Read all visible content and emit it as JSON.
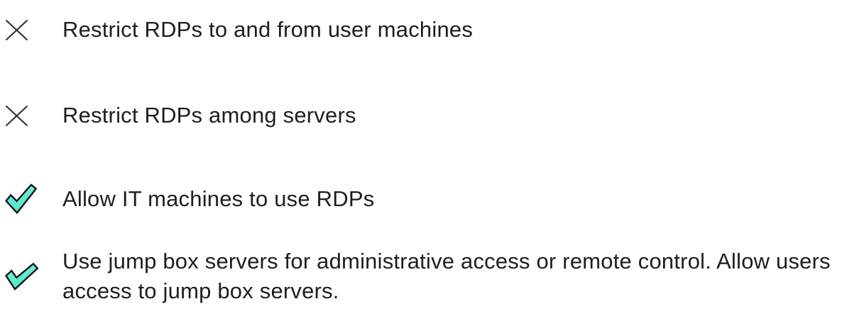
{
  "colors": {
    "background": "#ffffff",
    "text": "#1e1e1e",
    "x_icon": "#333333",
    "check_fill": "#4ce8c8",
    "check_fill_light": "#7eeed6",
    "check_outline": "#15151f"
  },
  "checklist": {
    "items": [
      {
        "status": "fail",
        "icon": "x-icon",
        "label": "Restrict RDPs to and from user machines"
      },
      {
        "status": "fail",
        "icon": "x-icon",
        "label": "Restrict RDPs among servers"
      },
      {
        "status": "pass",
        "icon": "check-icon",
        "label": "Allow IT machines to use RDPs"
      },
      {
        "status": "pass",
        "icon": "check-icon",
        "label": "Use jump box servers for administrative access or remote control. Allow users access to jump box servers."
      }
    ]
  }
}
